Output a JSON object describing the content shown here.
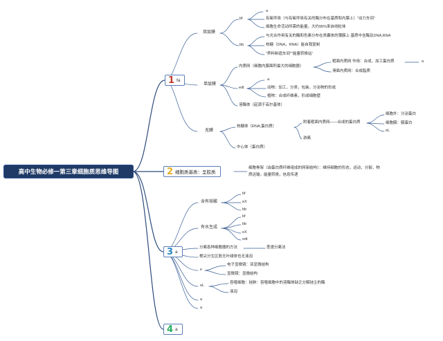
{
  "root": "高中生物必修一第三章细胞质思维导图",
  "branches": [
    {
      "num": "1",
      "num_color": "#c0392b",
      "label": "fa"
    },
    {
      "num": "2",
      "num_color": "#e6b020",
      "label": "细胞质基质：呈胶质"
    },
    {
      "num": "3",
      "num_color": "#2e86c1",
      "label": "a"
    },
    {
      "num": "4",
      "num_color": "#27ae60",
      "label": "a"
    }
  ],
  "b1": {
    "double": "双层膜",
    "bf": "bf",
    "bf_a": "a",
    "bf_1": "有氧呼吸（与有氧呼吸有关的酶分布在基质和内膜上）\"动力车间\"",
    "bf_2": "细胞生命活动所需的能量，大约95%来自线粒体",
    "bb": "bb",
    "bb_1": "与光合作用有关的酶和色素分布在类囊体的薄膜上 基质中含酶及DNA,RNA",
    "bb_2": "核糖（DNA，RNA）能自我复制",
    "bb_3": "\"养料制造车间\"\"能量转换站\"",
    "single": "单层膜",
    "er": "内质网（细胞内膜面积最大的细胞器）",
    "rough_er": "粗面内质网 作用：合成，加工蛋白质",
    "smooth_er": "滑面内质网：合成脂质",
    "er_tail": "a",
    "edt": "edt",
    "edt_a": "a",
    "edt_1": "动物：加工，分类，包装，分泌物的形成",
    "edt_2": "植物：合成纤维素，形成细胞壁",
    "lyso": "溶酶体（起源于高尔基体）",
    "nomem": "无膜",
    "ribo": "核糖体（RNA,蛋白质）",
    "attached": "附着粗面内质网——合成的蛋白质",
    "free": "游离",
    "out": "细胞外：分泌蛋白",
    "membrane": "细胞膜：膜蛋白",
    "el": "eL",
    "centro": "中心体（蛋白质）"
  },
  "b2": {
    "desc_1": "细胞骨架（由蛋白质纤维组成的网架结构）：维持细胞的形态，运动，分裂，物",
    "desc_2": "质运输，能量转换，信息传递"
  },
  "b3": {
    "nucleic": "含有核酸",
    "n1": "bf",
    "n2": "eX",
    "n3": "bb",
    "water": "有水生成",
    "w1": "bf",
    "w2": "bb",
    "w3": "eX",
    "w4": "edt",
    "method": "分离各种细胞器的方法",
    "method_val": "差速分离法",
    "animal": "根尖分生区既无叶绿体也无液泡",
    "e": "e",
    "e1": "电子显微镜：亚显微结构",
    "e2": "显微镜：显微结构",
    "el": "eL",
    "el1": "吞噬细胞：硅肺：吞噬细胞中的溶酶体缺乏分解硅尘的酶",
    "el2": "液泡",
    "a1": "a",
    "a2": "a"
  }
}
